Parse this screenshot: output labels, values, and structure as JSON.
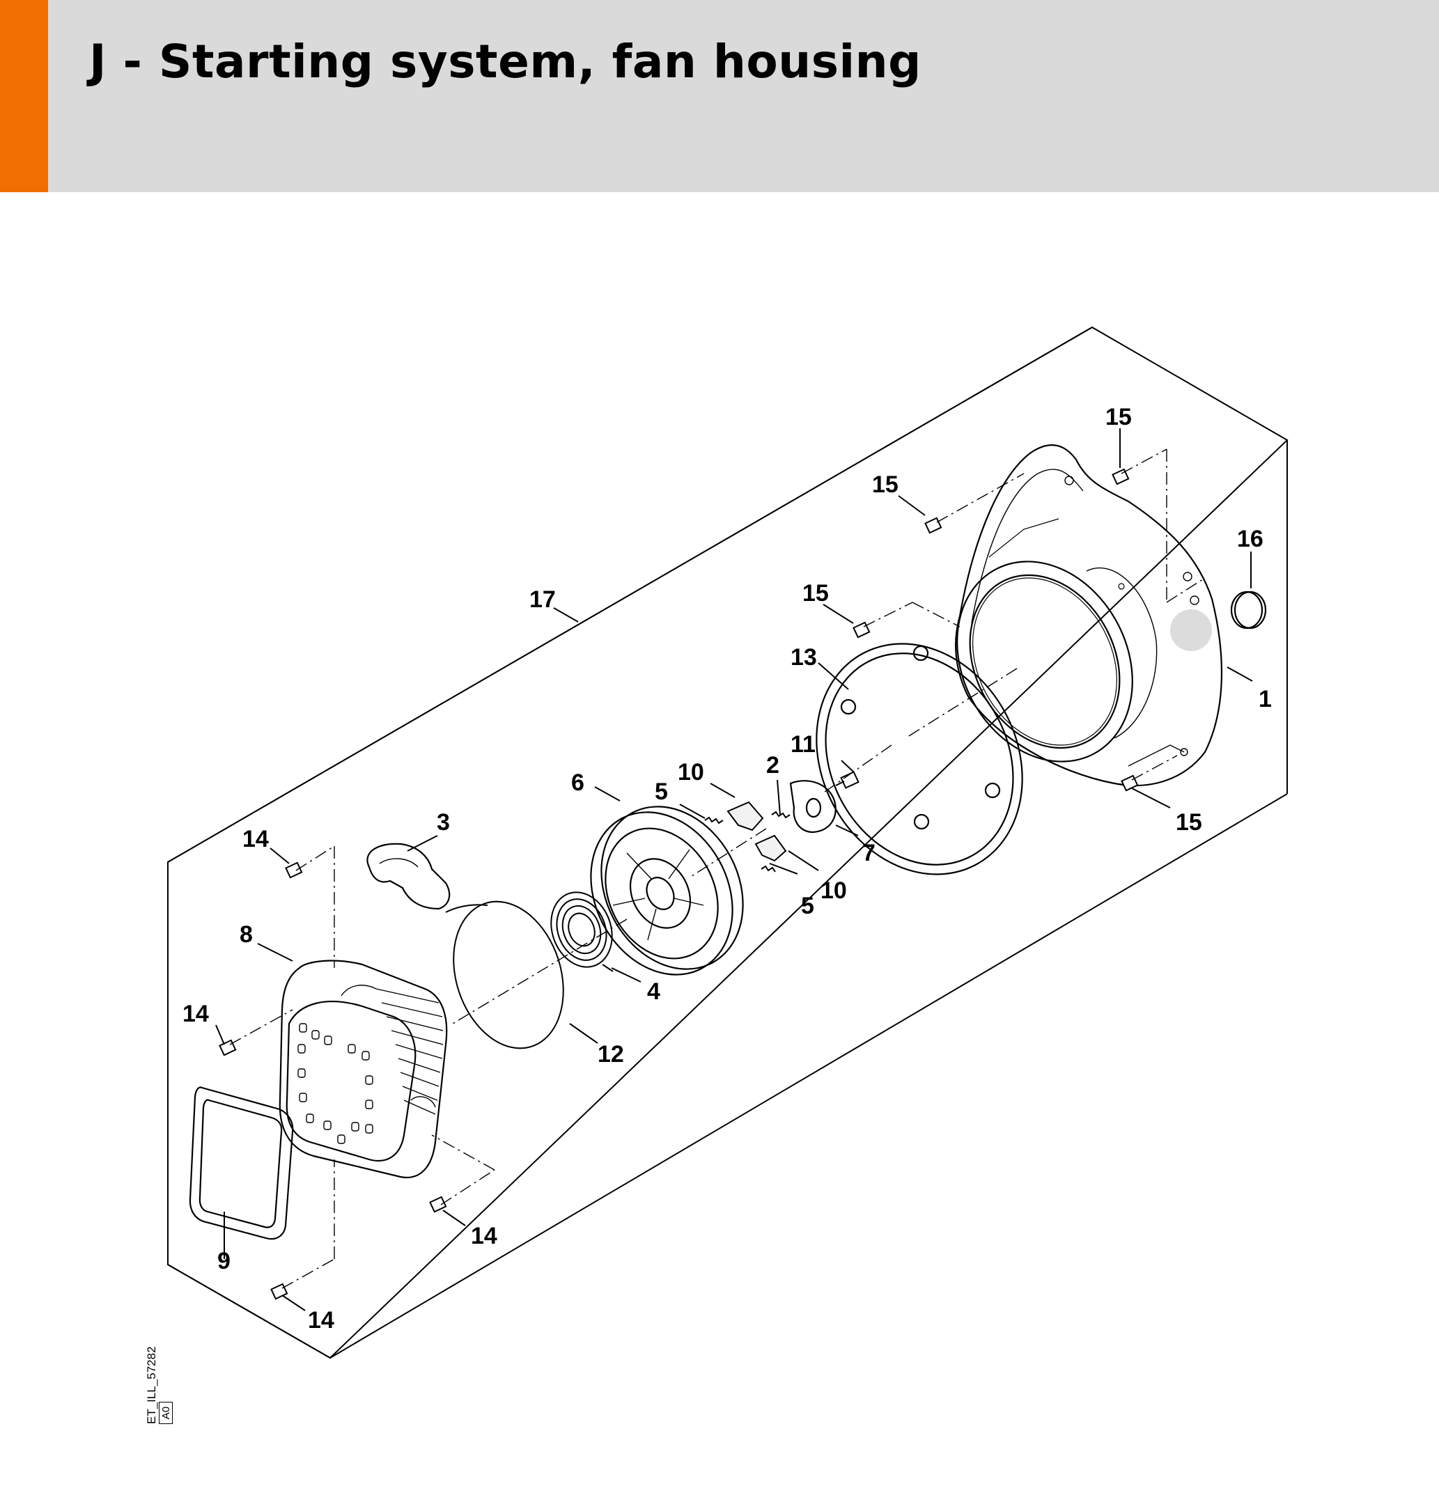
{
  "header": {
    "title": "J - Starting system, fan housing",
    "accent_color": "#ef7000",
    "background_color": "#dadada"
  },
  "diagram": {
    "callouts": [
      {
        "id": "c1",
        "label": "1"
      },
      {
        "id": "c2",
        "label": "2"
      },
      {
        "id": "c3",
        "label": "3"
      },
      {
        "id": "c4",
        "label": "4"
      },
      {
        "id": "c5a",
        "label": "5"
      },
      {
        "id": "c5b",
        "label": "5"
      },
      {
        "id": "c6",
        "label": "6"
      },
      {
        "id": "c7",
        "label": "7"
      },
      {
        "id": "c8",
        "label": "8"
      },
      {
        "id": "c9",
        "label": "9"
      },
      {
        "id": "c10a",
        "label": "10"
      },
      {
        "id": "c10b",
        "label": "10"
      },
      {
        "id": "c11",
        "label": "11"
      },
      {
        "id": "c12",
        "label": "12"
      },
      {
        "id": "c13",
        "label": "13"
      },
      {
        "id": "c14a",
        "label": "14"
      },
      {
        "id": "c14b",
        "label": "14"
      },
      {
        "id": "c14c",
        "label": "14"
      },
      {
        "id": "c14d",
        "label": "14"
      },
      {
        "id": "c15a",
        "label": "15"
      },
      {
        "id": "c15b",
        "label": "15"
      },
      {
        "id": "c15c",
        "label": "15"
      },
      {
        "id": "c15d",
        "label": "15"
      },
      {
        "id": "c16",
        "label": "16"
      },
      {
        "id": "c17",
        "label": "17"
      }
    ]
  },
  "reference": {
    "code": "ET_ILL_57282",
    "revision": "A0"
  }
}
